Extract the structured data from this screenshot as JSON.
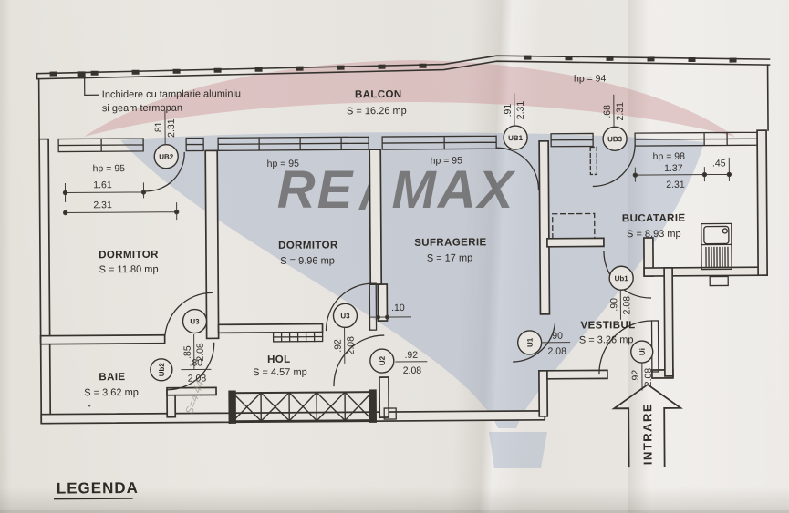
{
  "annotation": {
    "line1": "Inchidere cu tamplarie aluminiu",
    "line2": "si geam termopan"
  },
  "balcony": {
    "name": "BALCON",
    "area": "S = 16.26 mp",
    "parapet": "hp = 94"
  },
  "rooms": [
    {
      "name": "DORMITOR",
      "area": "S = 11.80 mp"
    },
    {
      "name": "DORMITOR",
      "area": "S = 9.96 mp"
    },
    {
      "name": "SUFRAGERIE",
      "area": "S = 17 mp"
    },
    {
      "name": "BUCATARIE",
      "area": "S = 8.93 mp"
    },
    {
      "name": "VESTIBUL",
      "area": "S = 3.26 mp"
    },
    {
      "name": "HOL",
      "area": "S = 4.57 mp"
    },
    {
      "name": "BAIE",
      "area": "S = 3.62 mp"
    }
  ],
  "parapets": {
    "bedroom1": "hp = 95",
    "bedroom2": "hp = 95",
    "living": "hp = 95",
    "kitchen": "hp = 98"
  },
  "dims": {
    "bedroom1_window": "1.61",
    "bedroom1_total": "2.31",
    "kitchen_window": "1.37",
    "kitchen_pier": ".45",
    "kitchen_total": "2.31",
    "wall_gap": ".10"
  },
  "doors": [
    {
      "label": "UB2",
      "w": ".81",
      "h": "2.31"
    },
    {
      "label": "UB1",
      "w": ".91",
      "h": "2.31"
    },
    {
      "label": "UB3",
      "w": ".68",
      "h": "2.31"
    },
    {
      "label": "U3",
      "w": ".85",
      "h": "2.08"
    },
    {
      "label": "Ub2",
      "w": ".80",
      "h": "2.08"
    },
    {
      "label": "U3",
      "w": ".92",
      "h": "2.08"
    },
    {
      "label": "U2",
      "w": ".92",
      "h": "2.08"
    },
    {
      "label": "U1",
      "w": ".90",
      "h": "2.08"
    },
    {
      "label": "Ub1",
      "w": ".90",
      "h": "2.08"
    },
    {
      "label": "Ui",
      "w": ".92",
      "h": "2.08"
    }
  ],
  "entrance_label": "INTRARE",
  "legend_label": "LEGENDA",
  "handwritten_note": "S=4,44",
  "watermark": {
    "re": "RE",
    "slash": "/",
    "max": "MAX",
    "text_color": "#67799d",
    "slash_color": "#c04a55",
    "balloon_top_color": "#c98f93",
    "balloon_body_color": "#93a3c0"
  }
}
